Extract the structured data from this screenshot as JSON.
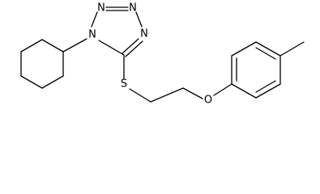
{
  "atoms": {
    "n1": "N",
    "n2": "N",
    "n3": "N",
    "n4": "N",
    "s": "S",
    "o": "O"
  }
}
